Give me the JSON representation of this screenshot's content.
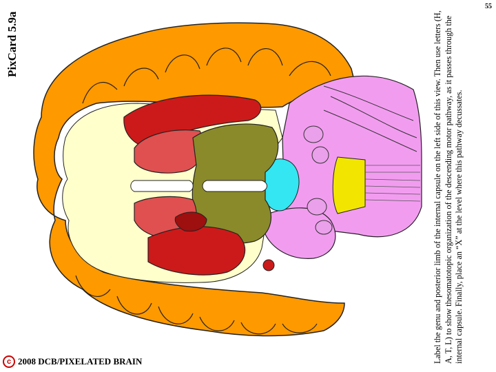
{
  "header": {
    "title": "PixCard 5.9a",
    "page_number": "55"
  },
  "instructions": {
    "text": "Label the genu and posterior limb of the internal capsule on the left side of this view.  Then use letters (H, A, T, L) to show thesomatotopic organization of the descending motor pathway, as it passes through the internal capsule.  Finally, place an “X” at the level where this pathway decussates."
  },
  "footer": {
    "copyright_symbol": "c",
    "copyright_text": "2008  DCB/PIXELATED BRAIN"
  },
  "colors": {
    "cortex": "#ff9900",
    "white_matter": "#ffffcc",
    "caudate_putamen": "#cc1a1a",
    "thalamus": "#8a8a2a",
    "cerebellum": "#f29cf0",
    "midbrain": "#33e6f2",
    "yellow_tract": "#f2e600",
    "light_red": "#e05050"
  }
}
